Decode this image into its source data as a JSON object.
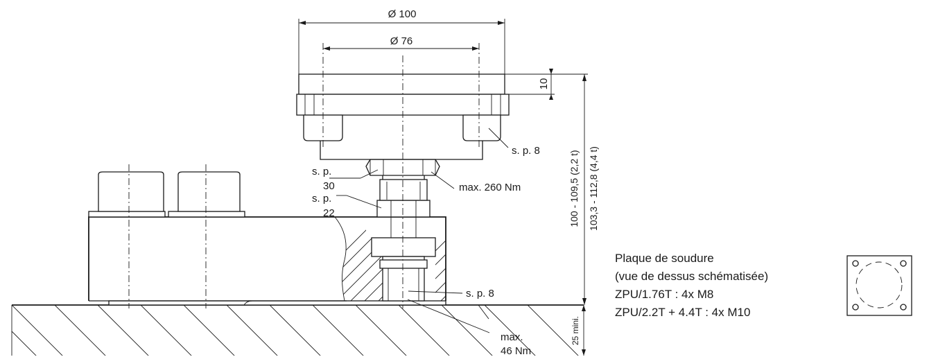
{
  "dimensions": {
    "outer_diameter": "Ø 100",
    "inner_diameter": "Ø 76",
    "plate_thickness": "10",
    "height_2t": "100 - 109,5 (2,2 t)",
    "height_4t": "103,3 - 112,8 (4,4 t)",
    "min_depth": "25 mini."
  },
  "callouts": {
    "wrench_8_top": "s. p. 8",
    "wrench_30_a": "s. p.",
    "wrench_30_b": "30",
    "torque_260": "max. 260 Nm",
    "wrench_22_a": "s. p.",
    "wrench_22_b": "22",
    "wrench_8_bottom": "s. p. 8",
    "torque_46_a": "max.",
    "torque_46_b": "46 Nm"
  },
  "caption": {
    "line1": "Plaque de soudure",
    "line2": "(vue de dessus schématisée)",
    "line3": "ZPU/1.76T : 4x M8",
    "line4": "ZPU/2.2T + 4.4T : 4x M10"
  }
}
